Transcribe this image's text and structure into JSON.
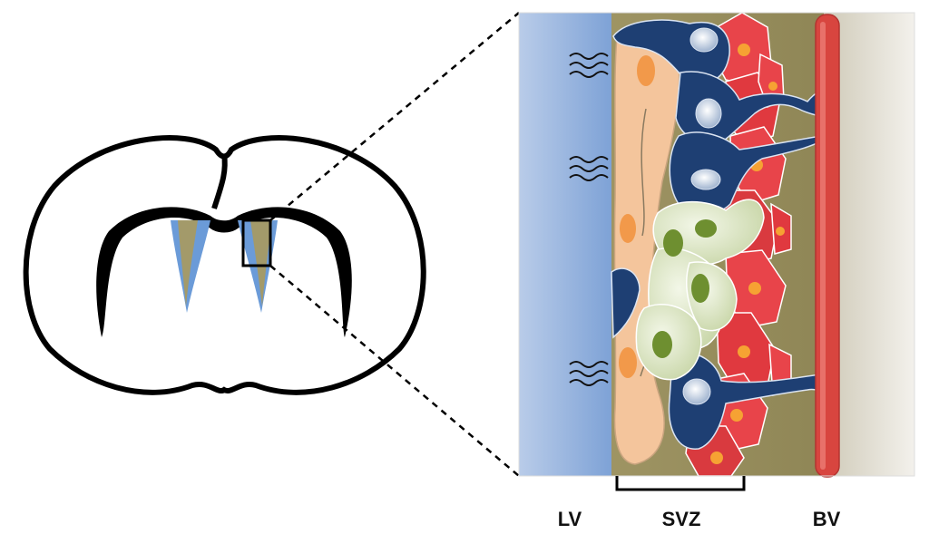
{
  "labels": {
    "lv": "LV",
    "svz": "SVZ",
    "bv": "BV"
  },
  "colors": {
    "ventricle_blue": "#8fb0dc",
    "ependymal_blue": "#6b9bd8",
    "svz_tissue": "#a39a6a",
    "astrocyte_dark_blue": "#1e3f73",
    "ependymal_peach": "#f4c59c",
    "ependymal_nucleus": "#f2994a",
    "progenitor_green": "#dfe8c8",
    "progenitor_nucleus": "#6e8f30",
    "neuroblast_red": "#e8444a",
    "neuroblast_nucleus": "#f6a233",
    "blood_vessel": "#d8453f",
    "parenchyma_gray": "#e9e6df"
  },
  "icons": {
    "csf_flow": "wavy-lines-icon"
  }
}
